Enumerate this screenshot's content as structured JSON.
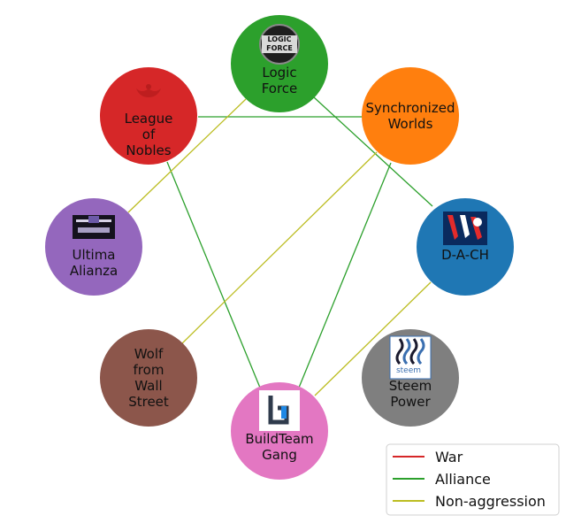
{
  "colors": {
    "war": "#d62728",
    "alliance": "#2ca02c",
    "non_aggression": "#bcbd22"
  },
  "nodes": [
    {
      "id": "logic",
      "label_lines": [
        "Logic",
        "Force"
      ],
      "color": "#2ca02c",
      "logo": "logic-force-logo",
      "logo_text": [
        "LOGIC",
        "FORCE"
      ]
    },
    {
      "id": "sync",
      "label_lines": [
        "Synchronized",
        "Worlds"
      ],
      "color": "#ff7f0e"
    },
    {
      "id": "dach",
      "label_lines": [
        "D-A-CH"
      ],
      "color": "#1f77b4",
      "logo": "dach-logo"
    },
    {
      "id": "steem",
      "label_lines": [
        "Steem",
        "Power"
      ],
      "color": "#7f7f7f",
      "logo": "steem-power-logo",
      "logo_text": [
        "steem"
      ]
    },
    {
      "id": "buildteam",
      "label_lines": [
        "BuildTeam",
        "Gang"
      ],
      "color": "#e377c2",
      "logo": "buildteam-logo"
    },
    {
      "id": "wolf",
      "label_lines": [
        "Wolf",
        "from",
        "Wall",
        "Street"
      ],
      "color": "#8c564b"
    },
    {
      "id": "ultima",
      "label_lines": [
        "Ultima",
        "Alianza"
      ],
      "color": "#9467bd",
      "logo": "ultima-alianza-logo"
    },
    {
      "id": "league",
      "label_lines": [
        "League",
        "of",
        "Nobles"
      ],
      "color": "#d62728",
      "logo": "eagle-emblem"
    }
  ],
  "edges": [
    {
      "from": "league",
      "to": "sync",
      "type": "alliance"
    },
    {
      "from": "logic",
      "to": "dach",
      "type": "alliance"
    },
    {
      "from": "league",
      "to": "buildteam",
      "type": "alliance"
    },
    {
      "from": "sync",
      "to": "buildteam",
      "type": "alliance"
    },
    {
      "from": "logic",
      "to": "ultima",
      "type": "non_aggression"
    },
    {
      "from": "sync",
      "to": "wolf",
      "type": "non_aggression"
    },
    {
      "from": "dach",
      "to": "buildteam",
      "type": "non_aggression"
    }
  ],
  "legend": [
    {
      "type": "war",
      "label": "War"
    },
    {
      "type": "alliance",
      "label": "Alliance"
    },
    {
      "type": "non_aggression",
      "label": "Non-aggression"
    }
  ]
}
